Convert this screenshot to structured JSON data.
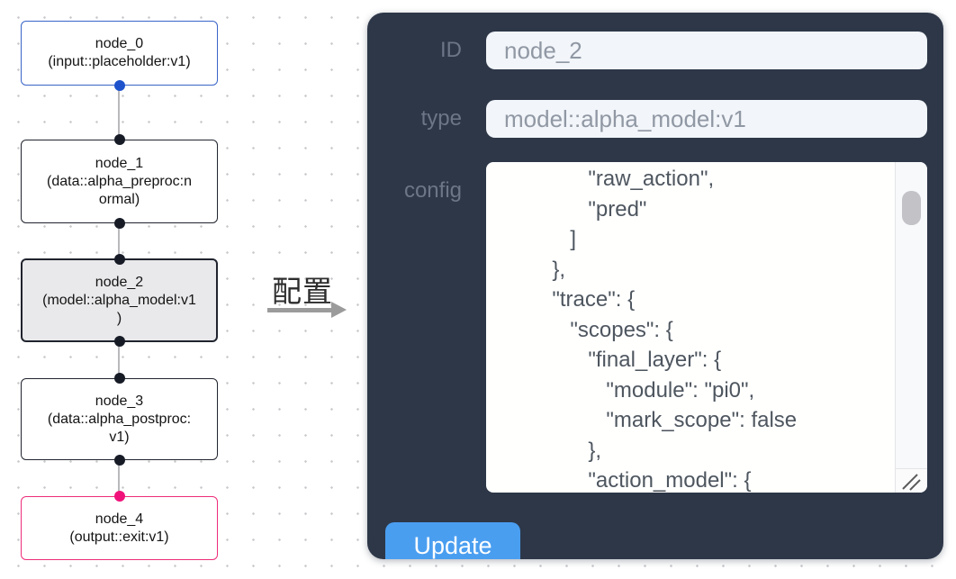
{
  "canvas": {
    "nodes": [
      {
        "id": "node_0",
        "type": "input::placeholder:v1",
        "lines": [
          "node_0",
          "(input::placeholder:v1)"
        ],
        "variant": "input",
        "port_top": null,
        "port_bottom": "blue"
      },
      {
        "id": "node_1",
        "type": "data::alpha_preproc:normal",
        "lines": [
          "node_1",
          "(data::alpha_preproc:n",
          "ormal)"
        ],
        "variant": "default",
        "port_top": "dark",
        "port_bottom": "dark"
      },
      {
        "id": "node_2",
        "type": "model::alpha_model:v1",
        "lines": [
          "node_2",
          "(model::alpha_model:v1",
          ")"
        ],
        "variant": "selected",
        "port_top": "dark",
        "port_bottom": "dark"
      },
      {
        "id": "node_3",
        "type": "data::alpha_postproc:v1",
        "lines": [
          "node_3",
          "(data::alpha_postproc:",
          "v1)"
        ],
        "variant": "default",
        "port_top": "dark",
        "port_bottom": "dark"
      },
      {
        "id": "node_4",
        "type": "output::exit:v1",
        "lines": [
          "node_4",
          "(output::exit:v1)"
        ],
        "variant": "output",
        "port_top": "pink",
        "port_bottom": null
      }
    ]
  },
  "transition": {
    "label": "配置"
  },
  "panel": {
    "fields": [
      {
        "label": "ID",
        "value": "node_2"
      },
      {
        "label": "type",
        "value": "model::alpha_model:v1"
      }
    ],
    "config_label": "config",
    "config_lines": [
      "                 \"raw_action\",",
      "                 \"pred\"",
      "              ]",
      "           },",
      "           \"trace\": {",
      "              \"scopes\": {",
      "                 \"final_layer\": {",
      "                    \"module\": \"pi0\",",
      "                    \"mark_scope\": false",
      "                 },",
      "                 \"action_model\": {"
    ],
    "update_label": "Update"
  },
  "colors": {
    "accent_blue": "#4a9ef0",
    "panel_bg": "#2d3748",
    "node_input_border": "#3a64c8",
    "node_output_border": "#ee2d7b",
    "node_default_border": "#20242e",
    "node_selected_bg": "#e9e9eb",
    "port_blue": "#1d52cc",
    "port_dark": "#161b26",
    "port_pink": "#f0127a"
  }
}
